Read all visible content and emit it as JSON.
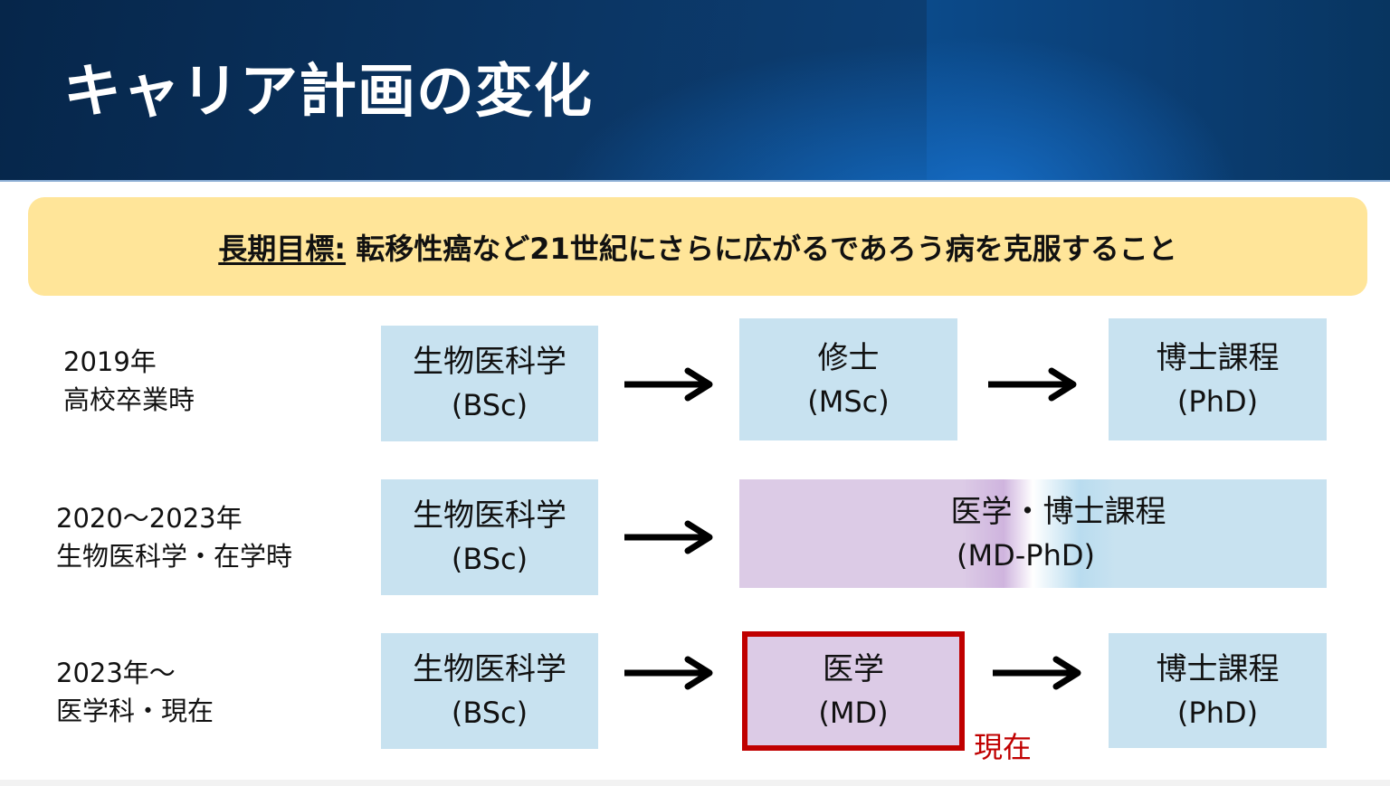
{
  "slide": {
    "title": "キャリア計画の変化",
    "goal": {
      "label": "長期目標:",
      "text": " 転移性癌など21世紀にさらに広がるであろう病を克服すること"
    },
    "rows": [
      {
        "label_line1": "2019年",
        "label_line2": "高校卒業時",
        "steps": [
          {
            "title": "生物医科学",
            "abbr": "(BSc)",
            "color": "blue"
          },
          {
            "title": "修士",
            "abbr": "(MSc)",
            "color": "blue"
          },
          {
            "title": "博士課程",
            "abbr": "(PhD)",
            "color": "blue"
          }
        ]
      },
      {
        "label_line1": "2020～2023年",
        "label_line2": "生物医科学・在学時",
        "steps": [
          {
            "title": "生物医科学",
            "abbr": "(BSc)",
            "color": "blue"
          },
          {
            "title": "医学・博士課程",
            "abbr": "(MD-PhD)",
            "color": "purple-blue-gradient"
          }
        ]
      },
      {
        "label_line1": "2023年～",
        "label_line2": "医学科・現在",
        "steps": [
          {
            "title": "生物医科学",
            "abbr": "(BSc)",
            "color": "blue"
          },
          {
            "title": "医学",
            "abbr": "(MD)",
            "color": "purple",
            "current": true
          },
          {
            "title": "博士課程",
            "abbr": "(PhD)",
            "color": "blue"
          }
        ]
      }
    ],
    "current_tag": "現在",
    "colors": {
      "header_dark": "#0b3563",
      "goal_bg": "#ffe599",
      "box_blue": "#c8e2f0",
      "box_purple": "#dccbe6",
      "highlight_red": "#c00000"
    }
  }
}
